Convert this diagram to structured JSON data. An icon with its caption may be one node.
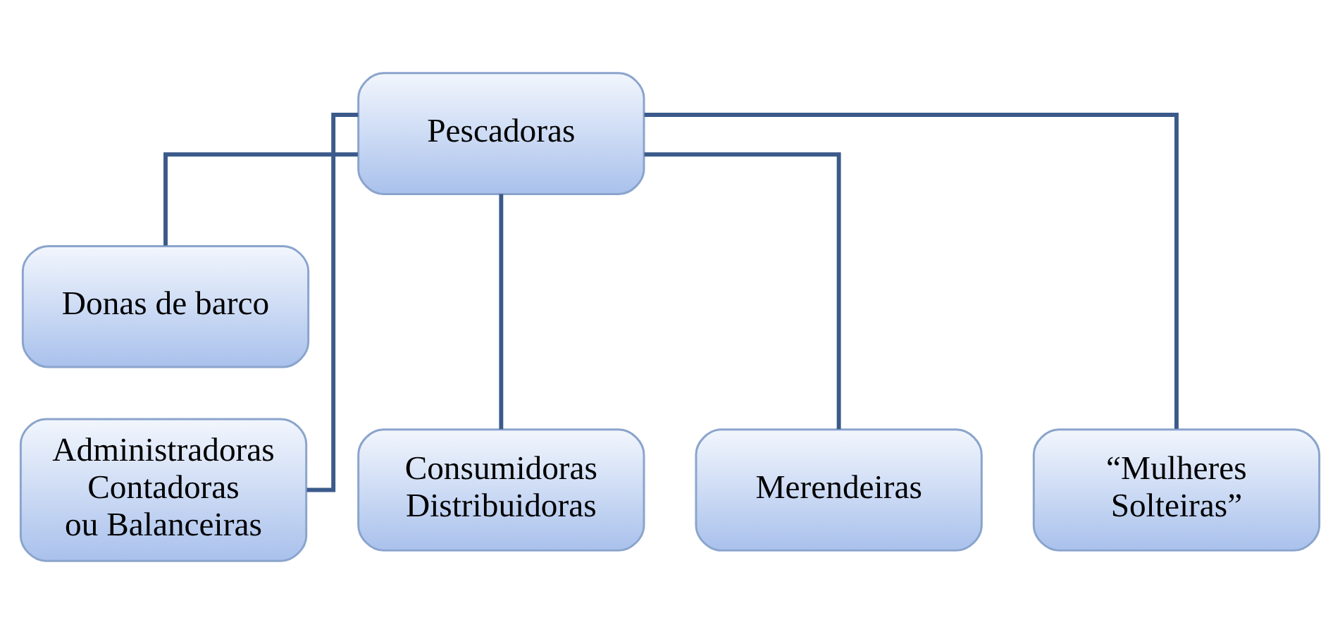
{
  "diagram": {
    "nodes": [
      {
        "text": [
          "Pescadoras"
        ]
      },
      {
        "text": [
          "Donas de barco"
        ]
      },
      {
        "text": [
          "Administradoras Contadoras ou Balanceiras"
        ]
      },
      {
        "text": [
          "Consumidoras Distribuidoras"
        ]
      },
      {
        "text": [
          "Merendeiras"
        ]
      },
      {
        "text": [
          "“Mulheres Solteiras”"
        ]
      }
    ],
    "edges": [
      {
        "from": 0,
        "to": 1,
        "arrow": "none"
      },
      {
        "from": 0,
        "to": 2,
        "arrow": "none"
      },
      {
        "from": 0,
        "to": 3,
        "arrow": "none"
      },
      {
        "from": 0,
        "to": 4,
        "arrow": "none"
      },
      {
        "from": 0,
        "to": 5,
        "arrow": "none"
      }
    ]
  }
}
